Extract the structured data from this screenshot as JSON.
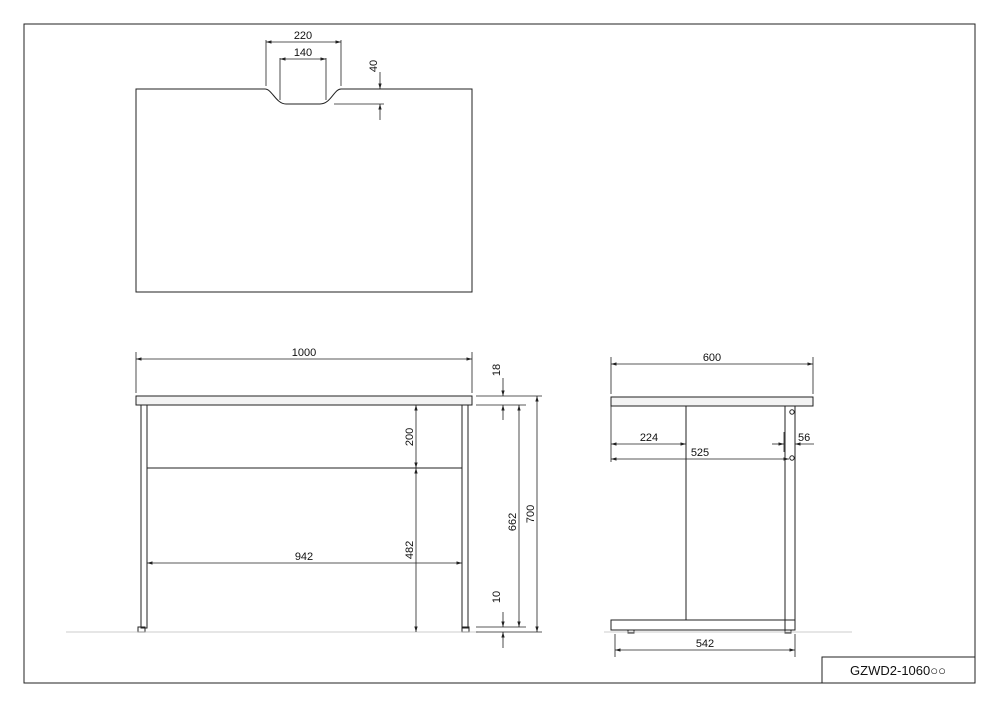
{
  "dimensions": {
    "top_view": {
      "notch_width_outer": "220",
      "notch_width_inner": "140",
      "notch_depth": "40"
    },
    "front_view": {
      "overall_width": "1000",
      "inner_width": "942",
      "top_thickness": "18",
      "apron_height": "200",
      "under_apron_height": "482",
      "leg_height": "662",
      "overall_height": "700",
      "foot_height": "10"
    },
    "side_view": {
      "overall_depth": "600",
      "panel_offset": "224",
      "rail_span": "525",
      "bracket_width": "56",
      "base_length": "542"
    }
  },
  "title_block": {
    "model_code": "GZWD2-1060○○"
  }
}
